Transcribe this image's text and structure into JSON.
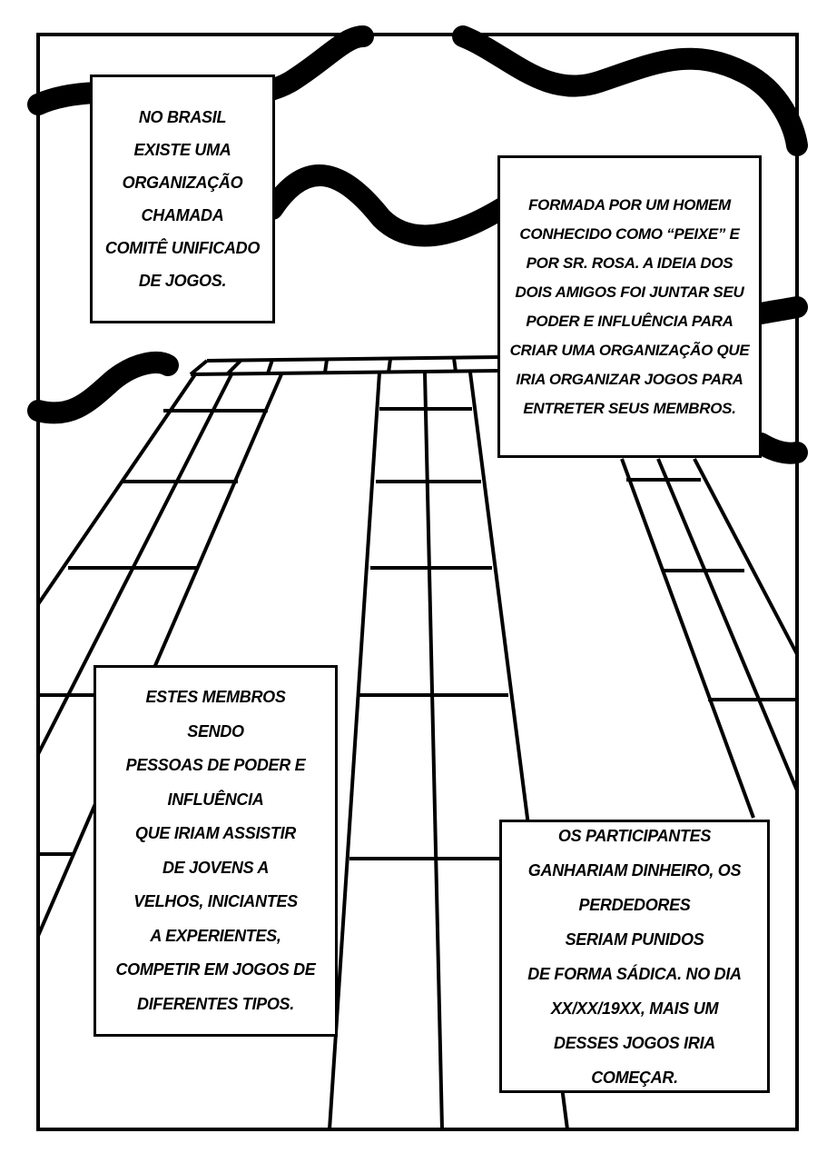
{
  "panel": {
    "captions": [
      {
        "lines": [
          "No Brasil",
          "existe uma",
          "organização",
          "chamada",
          "Comitê Unificado",
          "de Jogos."
        ]
      },
      {
        "lines": [
          "Formada por um homem",
          "conhecido como “Peixe” e",
          "por Sr. Rosa. A ideia dos",
          "dois amigos foi juntar seu",
          "poder e influência para",
          "criar uma organização que",
          "iria organizar jogos para",
          "entreter seus membros."
        ]
      },
      {
        "lines": [
          "Estes membros",
          "sendo",
          "pessoas de poder e",
          "influência",
          "que iriam assistir",
          "de jovens a",
          "velhos, iniciantes",
          "a experientes,",
          "competir em jogos de",
          "diferentes tipos."
        ]
      },
      {
        "lines": [
          "Os participantes",
          "ganhariam dinheiro, os",
          "perdedores",
          "seriam punidos",
          "de forma sádica. No dia",
          "XX/XX/19XX, mais um",
          "desses jogos iria",
          "começar."
        ]
      }
    ]
  }
}
